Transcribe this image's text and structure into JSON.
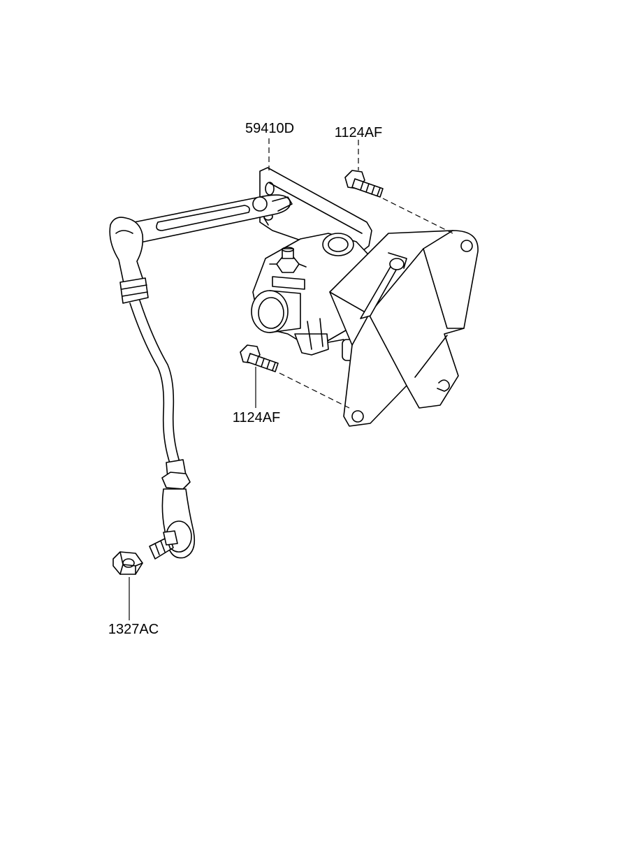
{
  "labels": {
    "sensor": "59410D",
    "bolt_upper": "1124AF",
    "bolt_lower": "1124AF",
    "nut": "1327AC"
  }
}
